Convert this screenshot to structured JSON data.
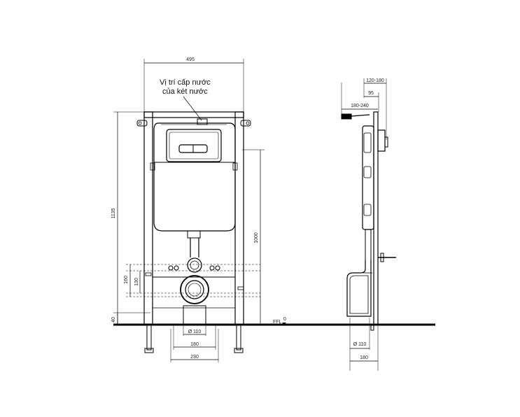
{
  "front_view": {
    "note": [
      "Vị trí cấp nước",
      "của két nước"
    ],
    "dimensions": {
      "width_total": "495",
      "height_total": "1135",
      "flush_height": "1000",
      "floor_offset": "40",
      "supply_height_a": "160",
      "supply_height_b": "130",
      "pipe_diameter": "Ø 110",
      "pipe_spacing": "180",
      "feet_spacing": "230"
    },
    "floor_label": "FFL",
    "floor_value": "0"
  },
  "side_view": {
    "dimensions": {
      "depth_range_1": "120-180",
      "depth_2": "95",
      "depth_range_3": "180-240",
      "pipe_diameter": "Ø 110",
      "base_depth": "180"
    }
  }
}
